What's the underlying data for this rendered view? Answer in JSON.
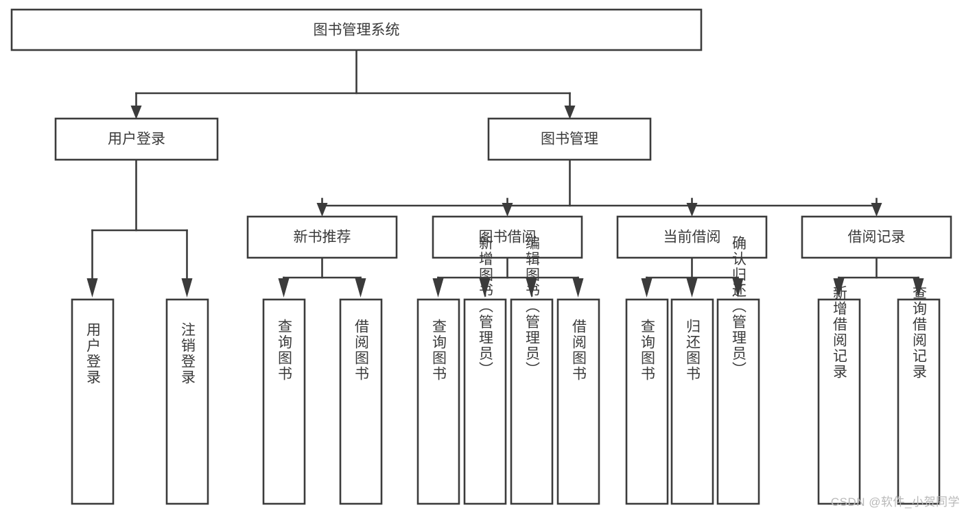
{
  "diagram": {
    "type": "tree",
    "title": "图书管理系统",
    "colors": {
      "box_stroke": "#3b3b3b",
      "box_fill": "#ffffff",
      "connector": "#3b3b3b",
      "text": "#3a3a3a",
      "watermark": "#b9b9b9",
      "background": "#ffffff"
    },
    "root": {
      "label": "图书管理系统"
    },
    "level2": [
      {
        "label": "用户登录"
      },
      {
        "label": "图书管理"
      }
    ],
    "level3": [
      {
        "label": "新书推荐"
      },
      {
        "label": "图书借阅"
      },
      {
        "label": "当前借阅"
      },
      {
        "label": "借阅记录"
      }
    ],
    "leaves": {
      "user_login": [
        {
          "label": "用户登录"
        },
        {
          "label": "注销登录"
        }
      ],
      "new_book_recommend": [
        {
          "label": "查询图书"
        },
        {
          "label": "借阅图书"
        }
      ],
      "book_borrow": [
        {
          "label": "查询图书"
        },
        {
          "label": "新增图书（管理员）"
        },
        {
          "label": "编辑图书（管理员）"
        },
        {
          "label": "借阅图书"
        }
      ],
      "current_borrow": [
        {
          "label": "查询图书"
        },
        {
          "label": "归还图书"
        },
        {
          "label": "确认归还（管理员）"
        }
      ],
      "borrow_records": [
        {
          "label": "新增借阅记录"
        },
        {
          "label": "查询借阅记录"
        }
      ]
    }
  },
  "watermark": {
    "text": "CSDN @软件_小贺同学"
  }
}
